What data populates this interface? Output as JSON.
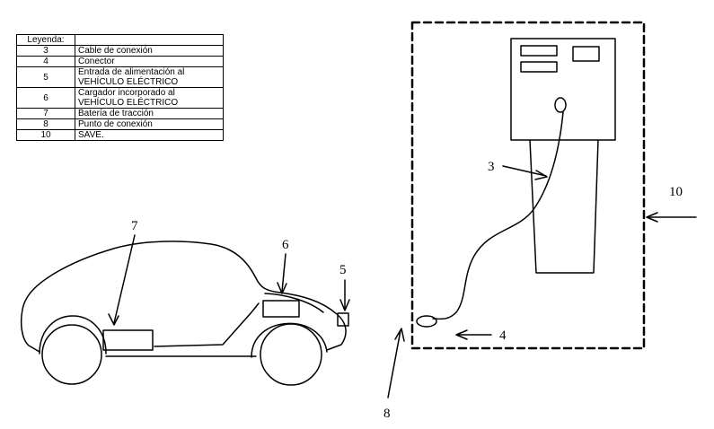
{
  "legend": {
    "header": "Leyenda:",
    "rows": [
      {
        "num": "3",
        "text": "Cable de conexión"
      },
      {
        "num": "4",
        "text": "Conector"
      },
      {
        "num": "5",
        "text": "Entrada de alimentación al VEHÍCULO ELÉCTRICO"
      },
      {
        "num": "6",
        "text": "Cargador incorporado al VEHÍCULO ELÉCTRICO"
      },
      {
        "num": "7",
        "text": "Batería de tracción"
      },
      {
        "num": "8",
        "text": "Punto de conexión"
      },
      {
        "num": "10",
        "text": "SAVE."
      }
    ]
  },
  "labels": {
    "l3": "3",
    "l4": "4",
    "l5": "5",
    "l6": "6",
    "l7": "7",
    "l8": "8",
    "l10": "10"
  }
}
